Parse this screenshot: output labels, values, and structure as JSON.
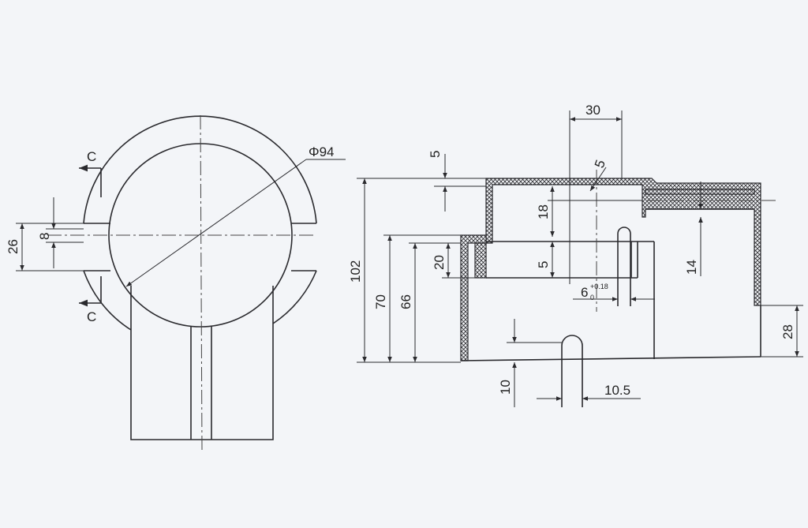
{
  "front_view": {
    "diameter_label": "Φ94",
    "section_mark_top": "C",
    "section_mark_bottom": "C",
    "dim_26": "26",
    "dim_8": "8"
  },
  "side_view": {
    "dim_30": "30",
    "dim_5_top": "5",
    "dim_5_wall": "5",
    "dim_18": "18",
    "dim_5_inner": "5",
    "dim_20": "20",
    "dim_102": "102",
    "dim_70": "70",
    "dim_66": "66",
    "dim_14": "14",
    "dim_28": "28",
    "dim_6_base": "6",
    "dim_6_upper": "+0.18",
    "dim_6_lower": "0",
    "dim_10": "10",
    "dim_10_5": "10.5"
  }
}
